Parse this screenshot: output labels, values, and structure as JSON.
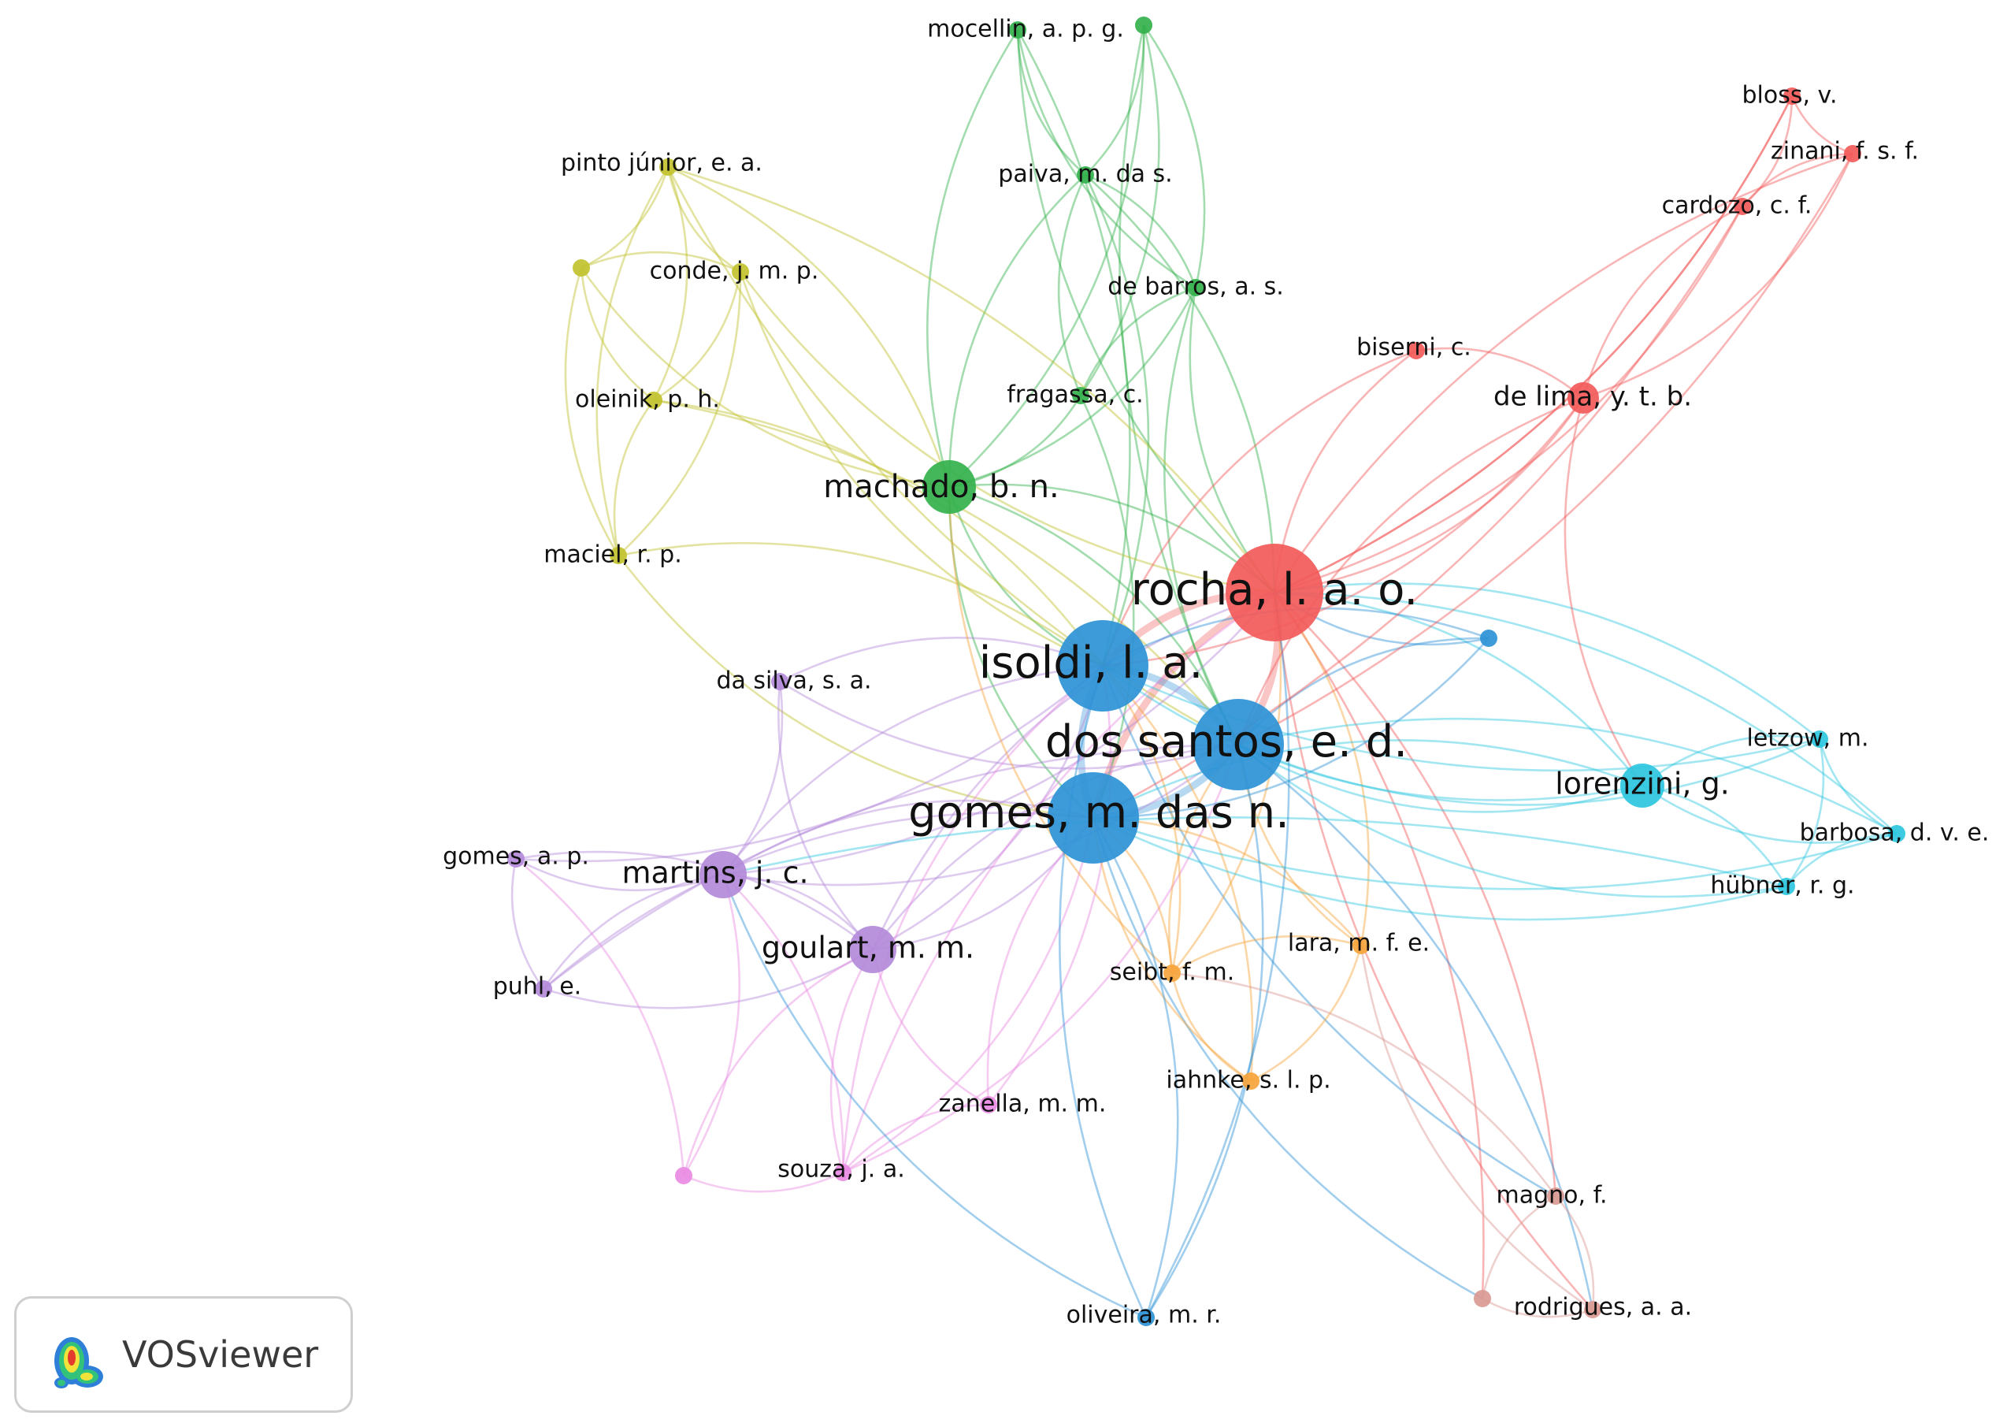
{
  "app": {
    "name": "VOSviewer"
  },
  "clusters": {
    "red": "#f25a5a",
    "blue": "#2e92d6",
    "green": "#33b14c",
    "yellow": "#c2c22f",
    "purple": "#b38ad9",
    "pink": "#e98be3",
    "cyan": "#2ec7e0",
    "orange": "#f7a43b",
    "brown": "#d99a92"
  },
  "nodes": [
    {
      "id": "rocha",
      "label": "rocha, l. a. o.",
      "cluster": "red",
      "weight": 10
    },
    {
      "id": "isoldi",
      "label": "isoldi, l. a.",
      "cluster": "blue",
      "weight": 9
    },
    {
      "id": "dossantos",
      "label": "dos santos, e. d.",
      "cluster": "blue",
      "weight": 9
    },
    {
      "id": "gomesm",
      "label": "gomes, m. das n.",
      "cluster": "blue",
      "weight": 9
    },
    {
      "id": "machado",
      "label": "machado, b. n.",
      "cluster": "green",
      "weight": 6
    },
    {
      "id": "martins",
      "label": "martins, j. c.",
      "cluster": "purple",
      "weight": 5
    },
    {
      "id": "goulart",
      "label": "goulart, m. m.",
      "cluster": "purple",
      "weight": 5
    },
    {
      "id": "lorenzini",
      "label": "lorenzini, g.",
      "cluster": "cyan",
      "weight": 5
    },
    {
      "id": "delima",
      "label": "de lima, y. t. b.",
      "cluster": "red",
      "weight": 3
    },
    {
      "id": "mocellin",
      "label": "mocellin, a. p. g.",
      "cluster": "green",
      "weight": 2
    },
    {
      "id": "mocellin2",
      "label": "",
      "cluster": "green",
      "weight": 2
    },
    {
      "id": "paiva",
      "label": "paiva, m. da s.",
      "cluster": "green",
      "weight": 2
    },
    {
      "id": "debarros",
      "label": "de barros, a. s.",
      "cluster": "green",
      "weight": 2
    },
    {
      "id": "fragassa",
      "label": "fragassa, c.",
      "cluster": "green",
      "weight": 2
    },
    {
      "id": "pinto",
      "label": "pinto júnior, e. a.",
      "cluster": "yellow",
      "weight": 2
    },
    {
      "id": "conde0",
      "label": "",
      "cluster": "yellow",
      "weight": 2
    },
    {
      "id": "conde",
      "label": "conde, j. m. p.",
      "cluster": "yellow",
      "weight": 2
    },
    {
      "id": "oleinik",
      "label": "oleinik, p. h.",
      "cluster": "yellow",
      "weight": 2
    },
    {
      "id": "maciel",
      "label": "maciel, r. p.",
      "cluster": "yellow",
      "weight": 2
    },
    {
      "id": "bloss",
      "label": "bloss, v.",
      "cluster": "red",
      "weight": 2
    },
    {
      "id": "zinani",
      "label": "zinani, f. s. f.",
      "cluster": "red",
      "weight": 2
    },
    {
      "id": "cardozo",
      "label": "cardozo, c. f.",
      "cluster": "red",
      "weight": 2
    },
    {
      "id": "biserni",
      "label": "biserni, c.",
      "cluster": "red",
      "weight": 2
    },
    {
      "id": "dasilva",
      "label": "da silva, s. a.",
      "cluster": "purple",
      "weight": 2
    },
    {
      "id": "gomesa",
      "label": "gomes, a. p.",
      "cluster": "purple",
      "weight": 2
    },
    {
      "id": "puhl",
      "label": "puhl, e.",
      "cluster": "purple",
      "weight": 2
    },
    {
      "id": "zanella",
      "label": "zanella, m. m.",
      "cluster": "pink",
      "weight": 2
    },
    {
      "id": "souza",
      "label": "souza, j. a.",
      "cluster": "pink",
      "weight": 2
    },
    {
      "id": "souza2",
      "label": "",
      "cluster": "pink",
      "weight": 2
    },
    {
      "id": "seibt",
      "label": "seibt, f. m.",
      "cluster": "orange",
      "weight": 2
    },
    {
      "id": "lara",
      "label": "lara, m. f. e.",
      "cluster": "orange",
      "weight": 2
    },
    {
      "id": "iahnke",
      "label": "iahnke, s. l. p.",
      "cluster": "orange",
      "weight": 2
    },
    {
      "id": "letzow",
      "label": "letzow, m.",
      "cluster": "cyan",
      "weight": 2
    },
    {
      "id": "barbosa",
      "label": "barbosa, d. v. e.",
      "cluster": "cyan",
      "weight": 2
    },
    {
      "id": "hubner",
      "label": "hübner, r. g.",
      "cluster": "cyan",
      "weight": 2
    },
    {
      "id": "bluedot",
      "label": "",
      "cluster": "blue",
      "weight": 2
    },
    {
      "id": "oliveira",
      "label": "oliveira, m. r.",
      "cluster": "blue",
      "weight": 2
    },
    {
      "id": "magno",
      "label": "magno, f.",
      "cluster": "brown",
      "weight": 2
    },
    {
      "id": "rodrigues",
      "label": "rodrigues, a. a.",
      "cluster": "brown",
      "weight": 2
    },
    {
      "id": "rodrigues0",
      "label": "",
      "cluster": "brown",
      "weight": 2
    }
  ],
  "edges": [
    [
      "rocha",
      "isoldi"
    ],
    [
      "rocha",
      "dossantos"
    ],
    [
      "rocha",
      "gomesm"
    ],
    [
      "isoldi",
      "dossantos"
    ],
    [
      "isoldi",
      "gomesm"
    ],
    [
      "dossantos",
      "gomesm"
    ],
    [
      "rocha",
      "delima"
    ],
    [
      "rocha",
      "biserni"
    ],
    [
      "rocha",
      "cardozo"
    ],
    [
      "rocha",
      "zinani"
    ],
    [
      "rocha",
      "bloss"
    ],
    [
      "delima",
      "cardozo"
    ],
    [
      "delima",
      "biserni"
    ],
    [
      "cardozo",
      "zinani"
    ],
    [
      "cardozo",
      "bloss"
    ],
    [
      "zinani",
      "bloss"
    ],
    [
      "delima",
      "zinani"
    ],
    [
      "rocha",
      "magno"
    ],
    [
      "rocha",
      "rodrigues"
    ],
    [
      "rocha",
      "rodrigues0"
    ],
    [
      "isoldi",
      "magno"
    ],
    [
      "dossantos",
      "rodrigues"
    ],
    [
      "gomesm",
      "rodrigues0"
    ],
    [
      "magno",
      "rodrigues"
    ],
    [
      "magno",
      "rodrigues0"
    ],
    [
      "rodrigues",
      "rodrigues0"
    ],
    [
      "machado",
      "isoldi"
    ],
    [
      "machado",
      "dossantos"
    ],
    [
      "machado",
      "gomesm"
    ],
    [
      "machado",
      "rocha"
    ],
    [
      "machado",
      "fragassa"
    ],
    [
      "machado",
      "paiva"
    ],
    [
      "machado",
      "debarros"
    ],
    [
      "machado",
      "mocellin"
    ],
    [
      "machado",
      "mocellin2"
    ],
    [
      "paiva",
      "mocellin"
    ],
    [
      "paiva",
      "mocellin2"
    ],
    [
      "paiva",
      "debarros"
    ],
    [
      "paiva",
      "fragassa"
    ],
    [
      "debarros",
      "mocellin"
    ],
    [
      "debarros",
      "mocellin2"
    ],
    [
      "fragassa",
      "debarros"
    ],
    [
      "fragassa",
      "mocellin2"
    ],
    [
      "mocellin",
      "isoldi"
    ],
    [
      "mocellin2",
      "dossantos"
    ],
    [
      "paiva",
      "rocha"
    ],
    [
      "debarros",
      "rocha"
    ],
    [
      "fragassa",
      "gomesm"
    ],
    [
      "debarros",
      "dossantos"
    ],
    [
      "paiva",
      "isoldi"
    ],
    [
      "mocellin",
      "rocha"
    ],
    [
      "pinto",
      "conde0"
    ],
    [
      "pinto",
      "conde"
    ],
    [
      "pinto",
      "oleinik"
    ],
    [
      "pinto",
      "maciel"
    ],
    [
      "conde0",
      "conde"
    ],
    [
      "conde0",
      "oleinik"
    ],
    [
      "conde",
      "oleinik"
    ],
    [
      "oleinik",
      "maciel"
    ],
    [
      "conde",
      "maciel"
    ],
    [
      "conde0",
      "maciel"
    ],
    [
      "pinto",
      "machado"
    ],
    [
      "conde",
      "isoldi"
    ],
    [
      "oleinik",
      "dossantos"
    ],
    [
      "maciel",
      "gomesm"
    ],
    [
      "pinto",
      "rocha"
    ],
    [
      "conde",
      "rocha"
    ],
    [
      "oleinik",
      "isoldi"
    ],
    [
      "conde0",
      "machado"
    ],
    [
      "maciel",
      "isoldi"
    ],
    [
      "pinto",
      "dossantos"
    ],
    [
      "martins",
      "isoldi"
    ],
    [
      "martins",
      "dossantos"
    ],
    [
      "martins",
      "gomesm"
    ],
    [
      "goulart",
      "isoldi"
    ],
    [
      "goulart",
      "dossantos"
    ],
    [
      "goulart",
      "gomesm"
    ],
    [
      "martins",
      "goulart"
    ],
    [
      "martins",
      "rocha"
    ],
    [
      "goulart",
      "rocha"
    ],
    [
      "gomesa",
      "martins"
    ],
    [
      "gomesa",
      "goulart"
    ],
    [
      "gomesa",
      "puhl"
    ],
    [
      "puhl",
      "martins"
    ],
    [
      "puhl",
      "goulart"
    ],
    [
      "puhl",
      "gomesm"
    ],
    [
      "gomesa",
      "isoldi"
    ],
    [
      "dasilva",
      "isoldi"
    ],
    [
      "dasilva",
      "dossantos"
    ],
    [
      "dasilva",
      "martins"
    ],
    [
      "dasilva",
      "goulart"
    ],
    [
      "puhl",
      "dossantos"
    ],
    [
      "souza",
      "gomesm"
    ],
    [
      "souza",
      "isoldi"
    ],
    [
      "souza",
      "dossantos"
    ],
    [
      "souza",
      "goulart"
    ],
    [
      "souza",
      "martins"
    ],
    [
      "souza",
      "zanella"
    ],
    [
      "souza2",
      "martins"
    ],
    [
      "souza2",
      "goulart"
    ],
    [
      "souza2",
      "souza"
    ],
    [
      "zanella",
      "gomesm"
    ],
    [
      "zanella",
      "isoldi"
    ],
    [
      "zanella",
      "goulart"
    ],
    [
      "souza2",
      "gomesa"
    ],
    [
      "souza",
      "rocha"
    ],
    [
      "seibt",
      "gomesm"
    ],
    [
      "seibt",
      "dossantos"
    ],
    [
      "seibt",
      "isoldi"
    ],
    [
      "seibt",
      "lara"
    ],
    [
      "seibt",
      "iahnke"
    ],
    [
      "lara",
      "iahnke"
    ],
    [
      "lara",
      "gomesm"
    ],
    [
      "lara",
      "dossantos"
    ],
    [
      "lara",
      "rocha"
    ],
    [
      "iahnke",
      "gomesm"
    ],
    [
      "seibt",
      "rocha"
    ],
    [
      "seibt",
      "machado"
    ],
    [
      "iahnke",
      "isoldi"
    ],
    [
      "lorenzini",
      "dossantos"
    ],
    [
      "lorenzini",
      "gomesm"
    ],
    [
      "lorenzini",
      "isoldi"
    ],
    [
      "lorenzini",
      "rocha"
    ],
    [
      "lorenzini",
      "letzow"
    ],
    [
      "lorenzini",
      "barbosa"
    ],
    [
      "lorenzini",
      "hubner"
    ],
    [
      "letzow",
      "barbosa"
    ],
    [
      "letzow",
      "hubner"
    ],
    [
      "barbosa",
      "hubner"
    ],
    [
      "letzow",
      "dossantos"
    ],
    [
      "barbosa",
      "dossantos"
    ],
    [
      "hubner",
      "dossantos"
    ],
    [
      "letzow",
      "rocha"
    ],
    [
      "barbosa",
      "gomesm"
    ],
    [
      "hubner",
      "martins"
    ],
    [
      "letzow",
      "isoldi"
    ],
    [
      "barbosa",
      "rocha"
    ],
    [
      "hubner",
      "gomesm"
    ],
    [
      "bluedot",
      "dossantos"
    ],
    [
      "bluedot",
      "rocha"
    ],
    [
      "bluedot",
      "isoldi"
    ],
    [
      "bluedot",
      "gomesm"
    ],
    [
      "oliveira",
      "gomesm"
    ],
    [
      "oliveira",
      "isoldi"
    ],
    [
      "oliveira",
      "dossantos"
    ],
    [
      "oliveira",
      "martins"
    ],
    [
      "oliveira",
      "rocha"
    ],
    [
      "delima",
      "isoldi"
    ],
    [
      "delima",
      "dossantos"
    ],
    [
      "cardozo",
      "gomesm"
    ],
    [
      "biserni",
      "isoldi"
    ],
    [
      "zinani",
      "dossantos"
    ],
    [
      "delima",
      "lorenzini"
    ],
    [
      "rodrigues",
      "lara"
    ],
    [
      "magno",
      "seibt"
    ],
    [
      "bloss",
      "rocha"
    ]
  ]
}
